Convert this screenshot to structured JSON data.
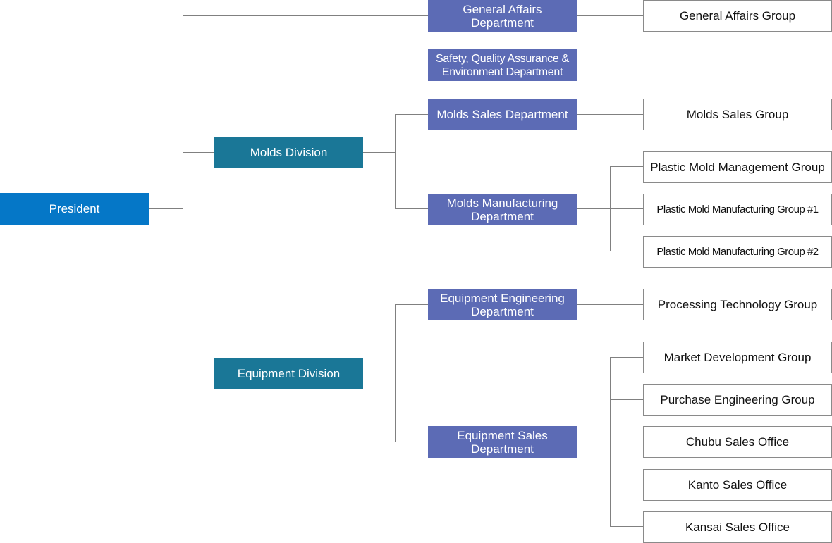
{
  "colors": {
    "president": "#0577c7",
    "division": "#1a7797",
    "department": "#5c6bb5",
    "group_border": "#8a8a8a",
    "connector": "#808080"
  },
  "president": {
    "label": "President"
  },
  "departments_direct": {
    "general_affairs": {
      "label": "General Affairs\nDepartment"
    },
    "safety_quality": {
      "label": "Safety, Quality Assurance &\nEnvironment Department"
    }
  },
  "molds_division": {
    "label": "Molds Division",
    "sales_department": {
      "label": "Molds Sales Department"
    },
    "manufacturing_department": {
      "label": "Molds Manufacturing\nDepartment"
    }
  },
  "equipment_division": {
    "label": "Equipment Division",
    "engineering_department": {
      "label": "Equipment Engineering\nDepartment"
    },
    "sales_department": {
      "label": "Equipment Sales\nDepartment"
    }
  },
  "groups": {
    "general_affairs_group": "General Affairs Group",
    "molds_sales_group": "Molds Sales Group",
    "plastic_mold_management_group": "Plastic Mold Management Group",
    "plastic_mold_manufacturing_group_1": "Plastic Mold Manufacturing Group #1",
    "plastic_mold_manufacturing_group_2": "Plastic Mold Manufacturing Group #2",
    "processing_technology_group": "Processing Technology Group",
    "market_development_group": "Market Development Group",
    "purchase_engineering_group": "Purchase Engineering Group",
    "chubu_sales_office": "Chubu Sales Office",
    "kanto_sales_office": "Kanto Sales Office",
    "kansai_sales_office": "Kansai Sales Office"
  }
}
